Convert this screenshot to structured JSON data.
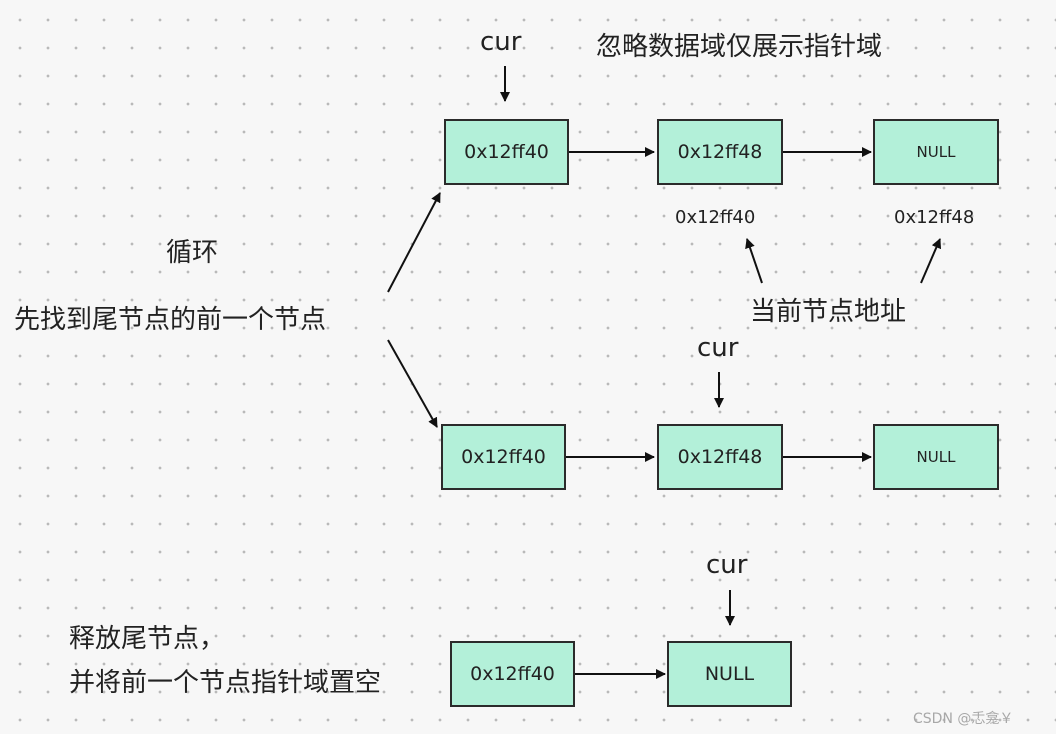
{
  "title": "忽略数据域仅展示指针域",
  "pointer_label": "cur",
  "loop_label": "循环",
  "find_label": "先找到尾节点的前一个节点",
  "current_address_label": "当前节点地址",
  "release_line1": "释放尾节点，",
  "release_line2": "并将前一个节点指针域置空",
  "row1": {
    "n1": "0x12ff40",
    "n2": "0x12ff48",
    "n3": "NULL"
  },
  "row1_addresses": {
    "a2": "0x12ff40",
    "a3": "0x12ff48"
  },
  "row2": {
    "n1": "0x12ff40",
    "n2": "0x12ff48",
    "n3": "NULL"
  },
  "row3": {
    "n1": "0x12ff40",
    "n2": "NULL"
  },
  "watermark": "CSDN @忎龛￥"
}
